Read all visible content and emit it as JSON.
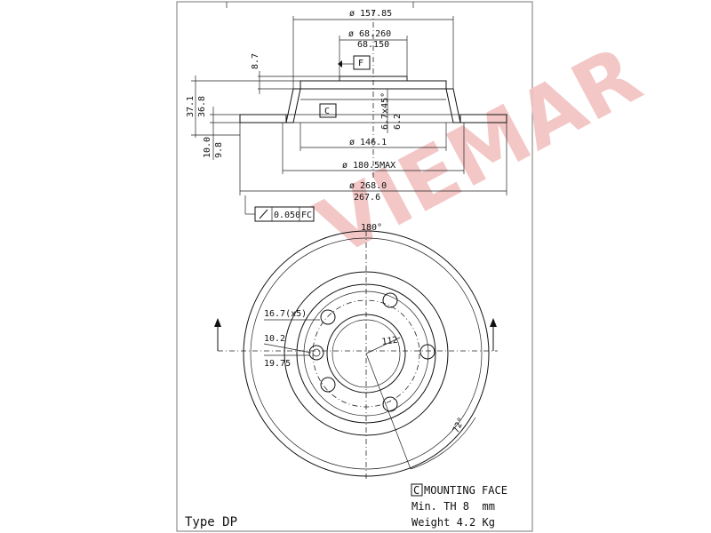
{
  "brand": {
    "watermark": "VIEMAR",
    "watermark_color": "#f3c2c2"
  },
  "section_view": {
    "dimensions": {
      "outer_top": "ø 157.85",
      "hub_top_1": "ø 68.260",
      "hub_top_2": "68.150",
      "hub_height": "8.7",
      "height_1": "37.1",
      "height_2": "36.8",
      "chamfer": "6.7x45°",
      "small_h": "6.2",
      "inner": "ø 146.1",
      "max": "ø 180.5MAX",
      "outer_1": "ø 268.0",
      "outer_2": "267.6",
      "thickness_1": "10.0",
      "thickness_2": "9.8"
    },
    "tags": {
      "f": "F",
      "c": "C"
    },
    "tolerance": {
      "value": "0.050",
      "ref": "FC"
    }
  },
  "front_view": {
    "angle_top": "180°",
    "bolt_hole": "16.7(x5)",
    "pin_1": "10.2",
    "pin_2": "19.75",
    "pcd": "112",
    "angle": "72°"
  },
  "notes": {
    "c_symbol": "C",
    "mounting_face": "MOUNTING FACE",
    "min_th": "Min. TH 8  mm",
    "weight": "Weight 4.2 Kg"
  },
  "type_label": "Type DP"
}
